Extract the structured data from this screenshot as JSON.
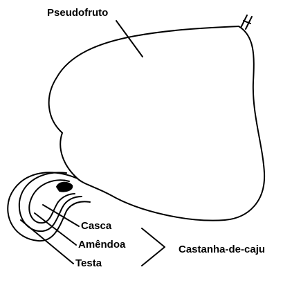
{
  "labels": {
    "pseudofruto": "Pseudofruto",
    "casca": "Casca",
    "amendoa": "Amêndoa",
    "testa": "Testa",
    "castanha": "Castanha-de-caju"
  }
}
